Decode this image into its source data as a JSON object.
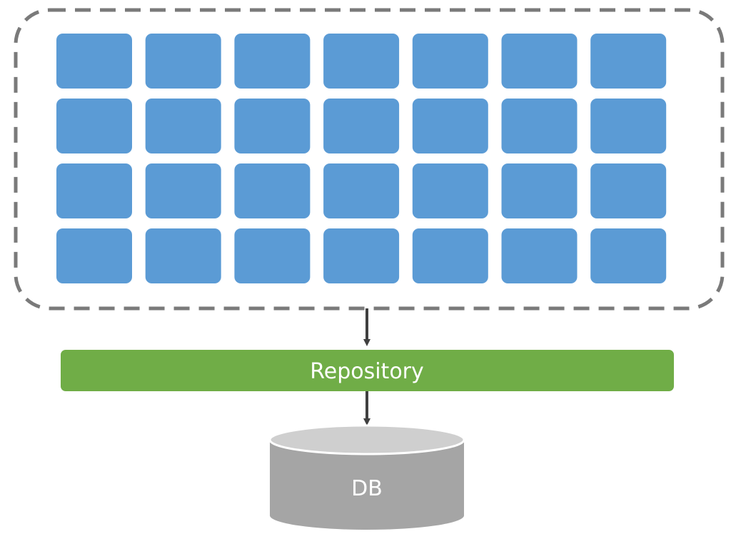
{
  "modules": {
    "rows": 4,
    "columns": 7
  },
  "repository": {
    "label": "Repository"
  },
  "database": {
    "label": "DB"
  },
  "colors": {
    "module_fill": "#5b9bd5",
    "container_border": "#7a7a7a",
    "repository_fill": "#70ad47",
    "arrow": "#404040",
    "db_body": "#a5a5a5",
    "db_top": "#cfcfcf",
    "label_text": "#ffffff"
  }
}
